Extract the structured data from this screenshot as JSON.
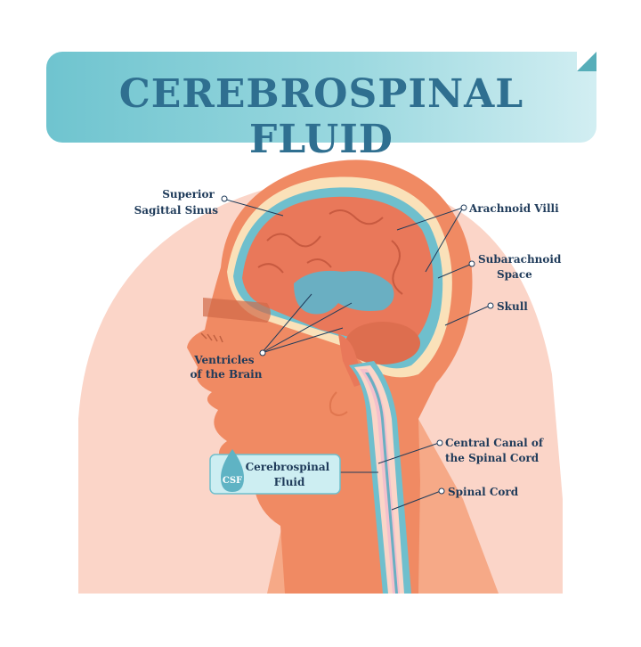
{
  "title": "CEREBROSPINAL FLUID",
  "labels": {
    "superior_sagittal_sinus": [
      "Superior",
      "Sagittal Sinus"
    ],
    "arachnoid_villi": [
      "Arachnoid Villi"
    ],
    "subarachnoid_space": [
      "Subarachnoid",
      "Space"
    ],
    "skull": [
      "Skull"
    ],
    "ventricles": [
      "Ventricles",
      "of the Brain"
    ],
    "central_canal": [
      "Central Canal of",
      "the Spinal Cord"
    ],
    "spinal_cord": [
      "Spinal Cord"
    ]
  },
  "legend": {
    "badge": "CSF",
    "text": [
      "Cerebrospinal",
      "Fluid"
    ]
  },
  "colors": {
    "skin": "#f08a63",
    "skin_light": "#f6a987",
    "halo": "#fbd5c8",
    "skull": "#fae1b9",
    "csf": "#6fbfcd",
    "brain": "#e9785a",
    "ventricle": "#6aafc2",
    "title": "#2f6f90"
  }
}
